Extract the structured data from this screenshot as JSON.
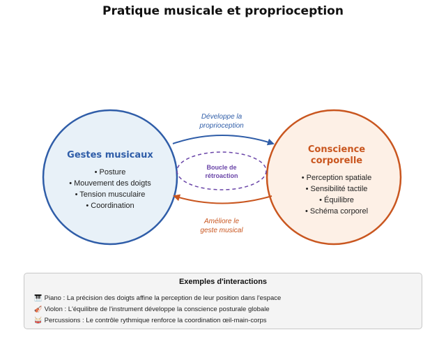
{
  "title": "Pratique musicale et proprioception",
  "left_node": {
    "title": "Gestes musicaux",
    "items": [
      "• Posture",
      "• Mouvement des doigts",
      "• Tension musculaire",
      "• Coordination"
    ]
  },
  "right_node": {
    "title_line1": "Conscience",
    "title_line2": "corporelle",
    "items": [
      "• Perception spatiale",
      "• Sensibilité tactile",
      "• Équilibre",
      "• Schéma corporel"
    ]
  },
  "center_loop": {
    "line1": "Boucle de",
    "line2": "rétroaction"
  },
  "top_arrow": {
    "line1": "Développe la",
    "line2": "proprioception"
  },
  "bottom_arrow": {
    "line1": "Améliore le",
    "line2": "geste musical"
  },
  "examples": {
    "title": "Exemples d'interactions",
    "rows": [
      {
        "icon": "🎹",
        "icon_name": "piano-icon",
        "text": "Piano : La précision des doigts affine la perception de leur position dans l'espace"
      },
      {
        "icon": "🎻",
        "icon_name": "violin-icon",
        "text": "Violon : L'équilibre de l'instrument développe la conscience posturale globale"
      },
      {
        "icon": "🥁",
        "icon_name": "drum-icon",
        "text": "Percussions : Le contrôle rythmique renforce la coordination œil-main-corps"
      }
    ]
  },
  "colors": {
    "blue": "#2f5da8",
    "blue_fill": "#e8f1f8",
    "orange": "#c9561f",
    "orange_fill": "#fdf0e6",
    "purple": "#6a45a8"
  }
}
